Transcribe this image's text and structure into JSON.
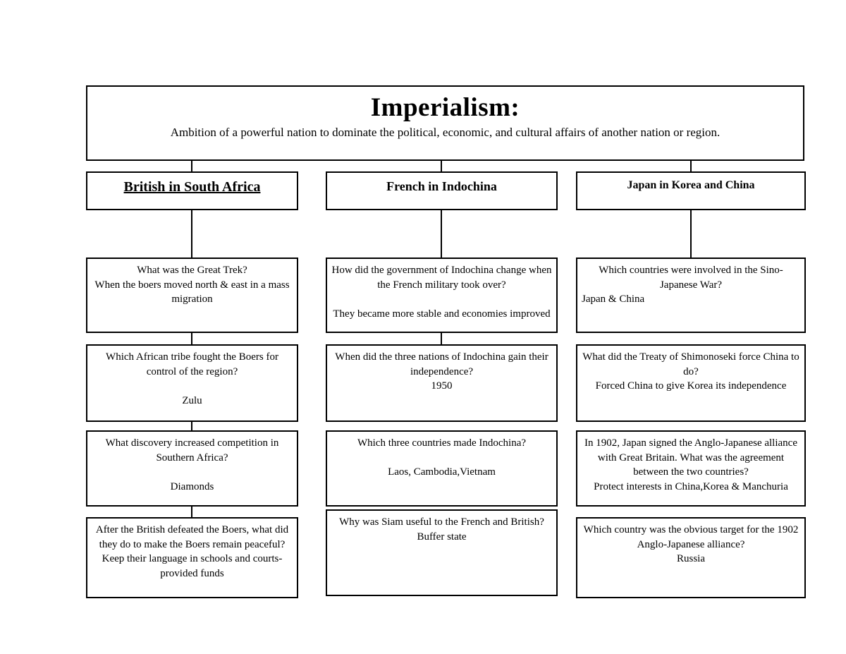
{
  "page": {
    "background_color": "#ffffff",
    "line_color": "#000000"
  },
  "title_box": {
    "title": "Imperialism:",
    "subtitle": "Ambition of a powerful nation to dominate the political, economic, and cultural affairs of another nation or region."
  },
  "columns": [
    {
      "header": "British in South Africa",
      "boxes": [
        {
          "text": "What was the Great Trek?\nWhen the boers moved north & east in a mass migration"
        },
        {
          "text": "Which African tribe fought the Boers for control of the region?\n\nZulu"
        },
        {
          "text": "What discovery increased competition in Southern Africa?\n\nDiamonds"
        },
        {
          "text": "After the British defeated the Boers, what did they do to make the Boers remain peaceful?\nKeep their language in schools and courts-provided funds"
        }
      ]
    },
    {
      "header": "French in Indochina",
      "boxes": [
        {
          "text": "How did the government of Indochina change when the French military took over?\n\nThey became more stable and economies improved"
        },
        {
          "text": "When did the three nations of Indochina gain their independence?\n1950"
        },
        {
          "text": "Which three countries made Indochina?\n\nLaos, Cambodia,Vietnam"
        },
        {
          "text": "Why was Siam useful to the French and British?\nBuffer state"
        }
      ]
    },
    {
      "header": "Japan in Korea and China",
      "boxes": [
        {
          "text": "Which countries were involved in the Sino-Japanese War?",
          "answer_left": "Japan & China"
        },
        {
          "text": "What did the Treaty of Shimonoseki force China to do?\nForced China to give Korea its independence"
        },
        {
          "text": "In 1902, Japan signed the Anglo-Japanese alliance with Great Britain. What was the agreement between the two countries?\nProtect interests in China,Korea & Manchuria"
        },
        {
          "text": "Which country was the obvious target for the 1902 Anglo-Japanese alliance?\nRussia"
        }
      ]
    }
  ]
}
